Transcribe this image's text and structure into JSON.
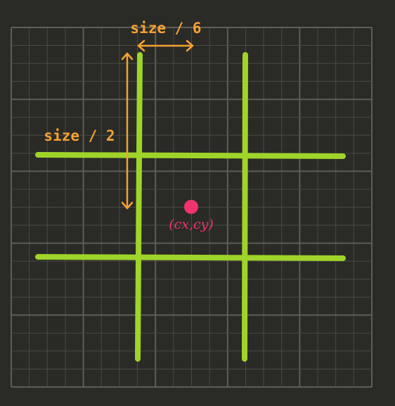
{
  "colors": {
    "background": "#2a2a26",
    "grid_minor": "#4a4a44",
    "grid_major": "#5e5e57",
    "lines": "#9fd42a",
    "annotation": "#f5a233",
    "center_point": "#f0336f"
  },
  "labels": {
    "size_over_6": "size / 6",
    "size_over_2": "size / 2",
    "center": "(cx,cy)"
  },
  "icons": {
    "horizontal_arrow": "double-headed-arrow-horizontal",
    "vertical_arrow": "double-headed-arrow-vertical",
    "center": "filled-circle"
  }
}
